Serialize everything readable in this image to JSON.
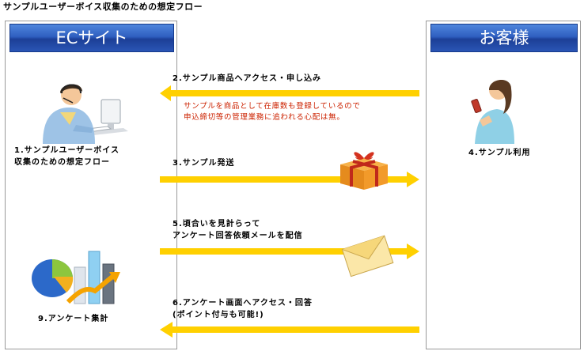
{
  "title": "サンプルユーザーボイス収集のための想定フロー",
  "left_panel": {
    "banner": "ECサイト",
    "step1": "1.サンプルユーザーボイス\n収集のための想定フロー",
    "step9": "9.アンケート集計"
  },
  "right_panel": {
    "banner": "お客様",
    "step4": "4.サンプル利用"
  },
  "arrows": {
    "step2": "2.サンプル商品へアクセス・申し込み",
    "step2_note": "サンプルを商品として在庫数も登録しているので\n申込締切等の管理業務に追われる心配は無。",
    "step3": "3.サンプル発送",
    "step5": "5.頃合いを見計らって\nアンケート回答依頼メールを配信",
    "step6": "6.アンケート画面へアクセス・回答\n(ポイント付与も可能!)"
  },
  "colors": {
    "banner_blue": "#2f5fc0",
    "arrow_yellow": "#ffd000",
    "note_red": "#cc2200"
  }
}
